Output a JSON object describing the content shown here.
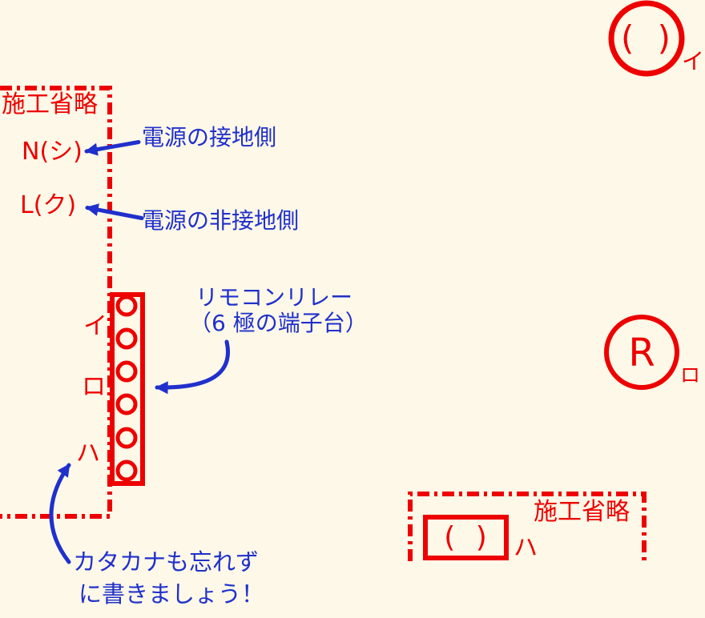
{
  "colors": {
    "background": "#fdf8e7",
    "red": "#ee0000",
    "blue": "#2030cc"
  },
  "left_omission_box": {
    "title": "施工省略",
    "power_neutral": "N(シ)",
    "power_live": "L(ク)"
  },
  "annotations": {
    "neutral_note": "電源の接地側",
    "live_note": "電源の非接地側",
    "relay_note_line1": "リモコンリレー",
    "relay_note_line2": "（6 極の端子台）",
    "katakana_note_line1": "カタカナも忘れず",
    "katakana_note_line2": "に書きましょう！"
  },
  "terminal_block": {
    "pole_count": 6,
    "labels": [
      "イ",
      "ロ",
      "ハ"
    ]
  },
  "symbols": {
    "lamp_top": {
      "text": "( )",
      "label": "イ"
    },
    "relay": {
      "letter": "R",
      "label": "ロ"
    },
    "lamp_bottom": {
      "text": "( )",
      "label": "ハ"
    }
  },
  "bottom_omission_box": {
    "title": "施工省略"
  }
}
